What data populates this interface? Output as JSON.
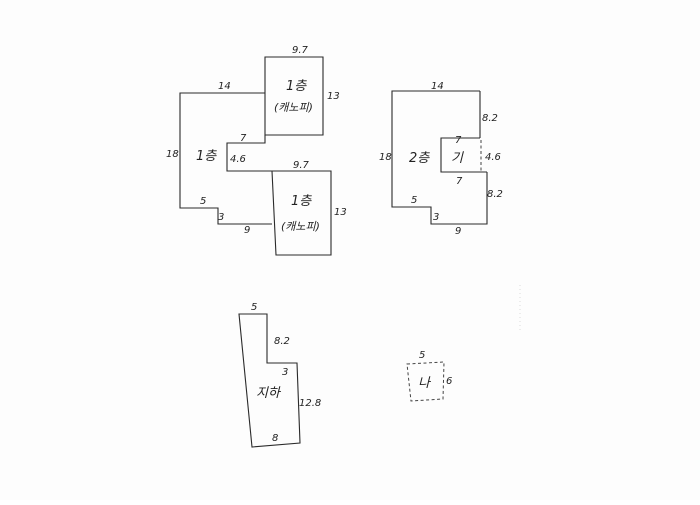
{
  "floor_plan": {
    "group_a": {
      "canopy_top": {
        "label": "1층",
        "sub_label": "(캐노피)",
        "width": "9.7",
        "height": "13"
      },
      "main": {
        "label": "1층",
        "top": "14",
        "left": "18",
        "notch_top": "7",
        "notch_side": "4.6",
        "bottom_step": "5",
        "step_side": "3",
        "bottom": "9"
      },
      "canopy_bottom": {
        "label": "1층",
        "sub_label": "(캐노피)",
        "width": "9.7",
        "height": "13"
      }
    },
    "group_b": {
      "main": {
        "label": "2층",
        "top": "14",
        "right_upper": "8.2",
        "left": "18",
        "bottom_step": "5",
        "step_side": "3",
        "bottom": "9",
        "right_lower": "8.2"
      },
      "inner": {
        "label": "기",
        "top": "7",
        "side": "4.6",
        "bottom": "7"
      }
    },
    "basement": {
      "label": "지하",
      "top": "5",
      "upper_right": "8.2",
      "step": "3",
      "lower_right": "12.8",
      "bottom": "8"
    },
    "small_unit": {
      "label": "나",
      "top": "5",
      "side": "6"
    }
  },
  "colors": {
    "line": "#2a2a2a",
    "paper": "#fdfdfd"
  }
}
